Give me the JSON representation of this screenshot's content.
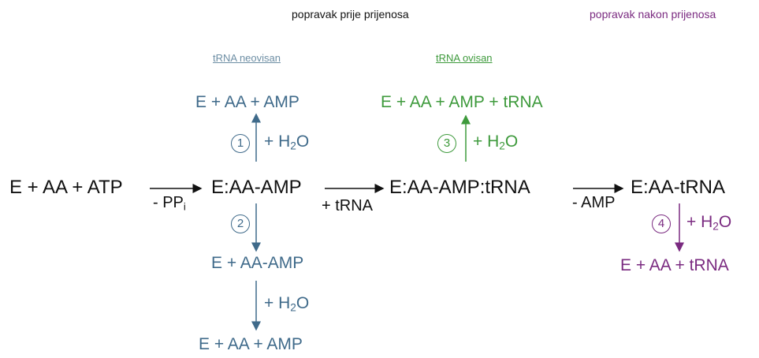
{
  "headers": {
    "pre_transfer": "popravak prije prijenosa",
    "post_transfer": "popravak nakon prijenosa",
    "trna_independent": "tRNA neovisan",
    "trna_dependent": "tRNA ovisan"
  },
  "main_row": {
    "reactants": "E + AA + ATP",
    "adenylate": "E:AA-AMP",
    "complex": "E:AA-AMP:tRNA",
    "product": "E:AA-tRNA"
  },
  "arrow_labels": {
    "minus_ppi": "- PP",
    "ppi_sub": "i",
    "plus_trna": "+ tRNA",
    "minus_amp": "- AMP"
  },
  "pathway1": {
    "number": "1",
    "water": "+ H",
    "water_sub": "2",
    "water_tail": "O",
    "products": "E + AA + AMP"
  },
  "pathway2": {
    "number": "2",
    "intermediate": "E + AA-AMP",
    "water": "+ H",
    "water_sub": "2",
    "water_tail": "O",
    "products": "E + AA + AMP"
  },
  "pathway3": {
    "number": "3",
    "water": "+ H",
    "water_sub": "2",
    "water_tail": "O",
    "products": "E + AA + AMP + tRNA"
  },
  "pathway4": {
    "number": "4",
    "water": "+ H",
    "water_sub": "2",
    "water_tail": "O",
    "products": "E + AA + tRNA"
  },
  "colors": {
    "pathway1_2": "#3f6a8a",
    "pathway3": "#3e9a3c",
    "pathway4": "#7a2a80",
    "main": "#111111"
  }
}
